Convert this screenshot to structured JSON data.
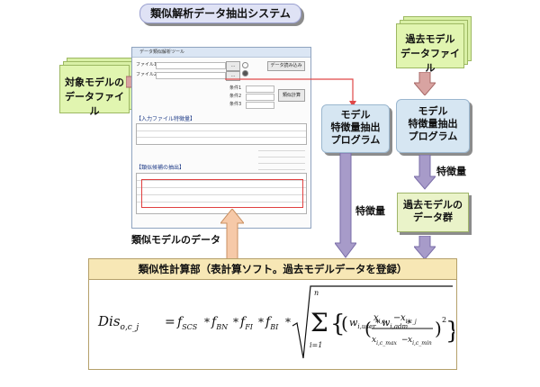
{
  "diagram": {
    "system_title": "類似解析データ抽出システム",
    "target_model": [
      "対象モデルの",
      "データファイル"
    ],
    "past_model": [
      "過去モデル",
      "データファイル"
    ],
    "feature_program": [
      "モデル",
      "特徴量抽出",
      "プログラム"
    ],
    "feature_label": "特徴量",
    "past_group": [
      "過去モデルの",
      "データ群"
    ],
    "similar_data_label": "類似モデルのデータ",
    "calc_title": "類似性計算部（表計算ソフト。過去モデルデータを登録）",
    "formula": {
      "lhs": "Dis",
      "lhs_sub": "o,c_j",
      "factors": [
        "f",
        "SCS",
        "f",
        "BN",
        "f",
        "FI",
        "f",
        "BI"
      ],
      "sum_top": "n",
      "sum_bottom": "i=1",
      "w_user": "w",
      "w_user_sub": "i,user",
      "w_adm": "w",
      "w_adm_sub": "i,adm",
      "num_a": "x",
      "num_a_sub": "i,o",
      "num_b": "x",
      "num_b_sub": "i,c_j",
      "den_a": "x",
      "den_a_sub": "i,c_max",
      "den_b": "x",
      "den_b_sub": "i,c_min",
      "power": "2"
    },
    "window": {
      "title": "データ類似解析ツール",
      "section_input": "【入力ファイル特徴量】",
      "section_result": "【類似候補の抽出】",
      "button_search": "類似計算",
      "button_run": "データ読み込み"
    }
  }
}
